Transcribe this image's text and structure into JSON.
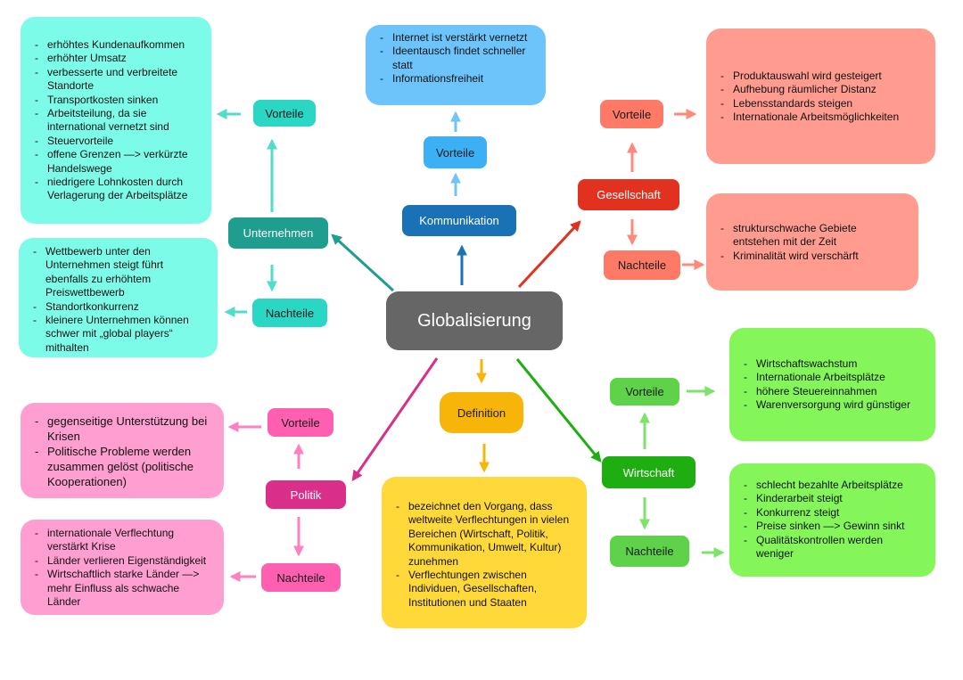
{
  "center": {
    "label": "Globalisierung"
  },
  "unternehmen": {
    "label": "Unternehmen",
    "vorteile_label": "Vorteile",
    "nachteile_label": "Nachteile",
    "vorteile": [
      "erhöhtes Kundenaufkommen",
      "erhöhter Umsatz",
      "verbesserte und verbreitete Standorte",
      "Transportkosten sinken",
      "Arbeitsteilung, da sie international vernetzt sind",
      "Steuervorteile",
      "offene Grenzen —> verkürzte Handelswege",
      "niedrigere Lohnkosten durch Verlagerung der Arbeitsplätze"
    ],
    "nachteile": [
      "Wettbewerb unter den Unternehmen steigt führt ebenfalls zu erhöhtem Preiswettbewerb",
      "Standortkonkurrenz",
      "kleinere Unternehmen können schwer mit „global players“ mithalten"
    ]
  },
  "kommunikation": {
    "label": "Kommunikation",
    "vorteile_label": "Vorteile",
    "vorteile": [
      "Internet ist verstärkt vernetzt",
      "Ideentausch findet schneller statt",
      "Informationsfreiheit"
    ]
  },
  "gesellschaft": {
    "label": "Gesellschaft",
    "vorteile_label": "Vorteile",
    "nachteile_label": "Nachteile",
    "vorteile": [
      "Produktauswahl wird gesteigert",
      "Aufhebung räumlicher Distanz",
      "Lebensstandards steigen",
      "Internationale Arbeitsmöglichkeiten"
    ],
    "nachteile": [
      "strukturschwache Gebiete entstehen mit der Zeit",
      "Kriminalität wird verschärft"
    ]
  },
  "definition": {
    "label": "Definition",
    "items": [
      "bezeichnet den Vorgang, dass weltweite Verflechtungen in vielen Bereichen (Wirtschaft, Politik, Kommunikation, Umwelt, Kultur) zunehmen",
      "Verflechtungen zwischen Individuen, Gesellschaften, Institutionen und Staaten"
    ]
  },
  "wirtschaft": {
    "label": "Wirtschaft",
    "vorteile_label": "Vorteile",
    "nachteile_label": "Nachteile",
    "vorteile": [
      "Wirtschaftswachstum",
      "Internationale Arbeitsplätze",
      "höhere Steuereinnahmen",
      "Warenversorgung wird günstiger"
    ],
    "nachteile": [
      "schlecht bezahlte Arbeitsplätze",
      "Kinderarbeit steigt",
      "Konkurrenz steigt",
      "Preise sinken —> Gewinn sinkt",
      "Qualitätskontrollen werden weniger"
    ]
  },
  "politik": {
    "label": "Politik",
    "vorteile_label": "Vorteile",
    "nachteile_label": "Nachteile",
    "vorteile": [
      "gegenseitige Unterstützung bei Krisen",
      "Politische Probleme werden zusammen gelöst (politische Kooperationen)"
    ],
    "nachteile": [
      "internationale Verflechtung verstärkt Krise",
      "Länder verlieren Eigenständigkeit",
      "Wirtschaftlich starke Länder —> mehr Einfluss als schwache Länder"
    ]
  },
  "colors": {
    "center": "#666666",
    "teal_dark": "#1f9e8f",
    "teal_node": "#2ad6c4",
    "teal_box": "#7dfbe9",
    "teal_arrow": "#52dccc",
    "blue_dark": "#1a72b6",
    "blue_node": "#3bb0f5",
    "blue_box": "#6cc4fb",
    "blue_arrow": "#70c4f7",
    "red_dark": "#e2311f",
    "red_node": "#ff7a66",
    "red_box": "#ff9c8f",
    "red_arrow": "#ff8a7a",
    "orange_node": "#f7b509",
    "yellow_box": "#ffd83a",
    "green_dark": "#1fae12",
    "green_node": "#5ed34a",
    "green_box": "#84f65a",
    "green_arrow": "#7ee36a",
    "pink_dark": "#d92f8a",
    "pink_node": "#ff5fb0",
    "pink_box": "#ff9ed0",
    "pink_arrow": "#ff7fbf"
  }
}
